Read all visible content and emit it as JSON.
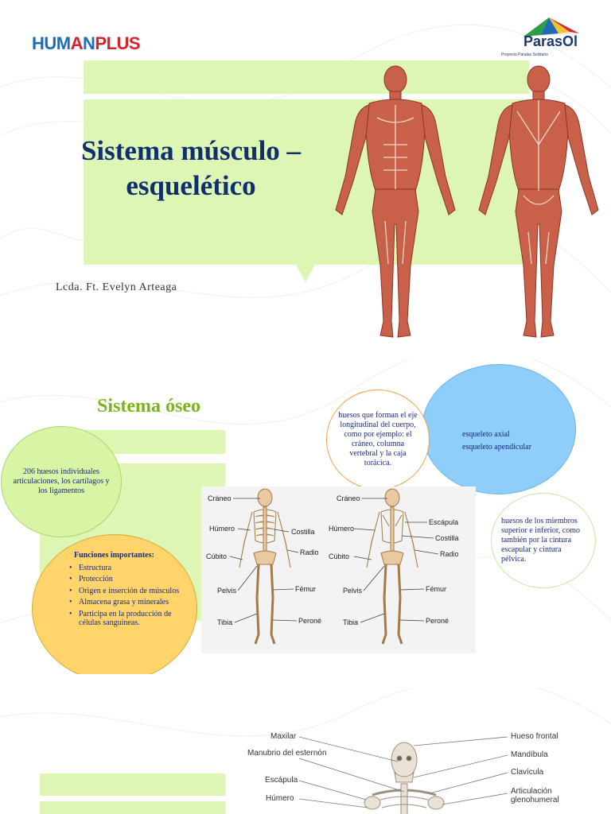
{
  "slide1": {
    "logo_left": {
      "part1": "HUM",
      "part2": "A",
      "part3": "N",
      "part4": "PLUS"
    },
    "logo_right": {
      "word": "ParasOl",
      "subtitle": "Proyecto Paralax Solidario"
    },
    "title": "Sistema músculo – esquelético",
    "title_line1": "Sistema músculo –",
    "title_line2": "esquelético",
    "author": "Lcda. Ft. Evelyn Arteaga"
  },
  "slide2": {
    "title": "Sistema óseo",
    "green_circle_text": "206 huesos individuales articulaciones, los cartílagos y los ligamentos",
    "functions": {
      "heading": "Funciones importantes:",
      "items": [
        "Estructura",
        "Protección",
        "Origen e inserción de músculos",
        "Almacena grasa y minerales",
        "Participa en la producción de células sanguíneas."
      ]
    },
    "blue_circle": {
      "line1": "esqueleto axial",
      "line2": "esqueleto apendicular"
    },
    "orange_circle_text": "huesos que forman el eje longitudinal del cuerpo, como por ejemplo: el cráneo, columna vertebral y la caja torácica.",
    "light_green_circle_text": "huesos de los miembros superior e inferior, como también por la cintura escapular y cintura pélvica.",
    "skeleton_labels_front": [
      "Cráneo",
      "Húmero",
      "Cúbito",
      "Pelvis",
      "Tibia",
      "Costilla",
      "Radio",
      "Fémur",
      "Peroné"
    ],
    "skeleton_labels_back": [
      "Cráneo",
      "Húmero",
      "Cúbito",
      "Pelvis",
      "Tibia",
      "Escápula",
      "Costilla",
      "Radio",
      "Fémur",
      "Peroné"
    ]
  },
  "slide3": {
    "labels_left": [
      "Maxilar",
      "Manubrio del esternón",
      "Escápula",
      "Húmero"
    ],
    "labels_right": [
      "Hueso frontal",
      "Mandíbula",
      "Clavícula",
      "Articulación glenohumeral"
    ]
  },
  "colors": {
    "accent_green": "#ddf6b3",
    "title_blue": "#0f2f6e",
    "title_green": "#7cb518",
    "circle_yellow": "#ffd56b",
    "circle_blue": "#8fcdfa"
  }
}
